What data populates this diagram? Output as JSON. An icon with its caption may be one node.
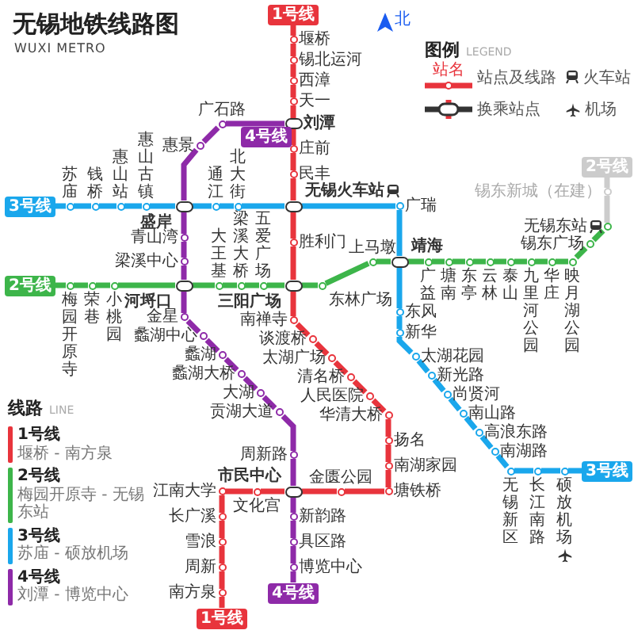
{
  "diagram": {
    "title": "无锡地铁线路图",
    "nodes": [
      {
        "text": [
          "1号线"
        ]
      },
      {
        "text": [
          "堰桥"
        ]
      },
      {
        "text": [
          "锡北运河"
        ]
      },
      {
        "text": [
          "西漳"
        ]
      },
      {
        "text": [
          "天一"
        ]
      },
      {
        "text": [
          "刘潭"
        ]
      },
      {
        "text": [
          "庄前"
        ]
      },
      {
        "text": [
          "民丰"
        ]
      },
      {
        "text": [
          "无锡火车站"
        ]
      },
      {
        "text": [
          "胜利门"
        ]
      },
      {
        "text": [
          "三阳广场"
        ]
      },
      {
        "text": [
          "南禅寺"
        ]
      },
      {
        "text": [
          "谈渡桥"
        ]
      },
      {
        "text": [
          "太湖广场"
        ]
      },
      {
        "text": [
          "清名桥"
        ]
      },
      {
        "text": [
          "人民医院"
        ]
      },
      {
        "text": [
          "华清大桥"
        ]
      },
      {
        "text": [
          "扬名"
        ]
      },
      {
        "text": [
          "南湖家园"
        ]
      },
      {
        "text": [
          "塘铁桥"
        ]
      },
      {
        "text": [
          "金匮公园"
        ]
      },
      {
        "text": [
          "市民中心"
        ]
      },
      {
        "text": [
          "文化宫"
        ]
      },
      {
        "text": [
          "江南大学"
        ]
      },
      {
        "text": [
          "长广溪"
        ]
      },
      {
        "text": [
          "雪浪"
        ]
      },
      {
        "text": [
          "周新"
        ]
      },
      {
        "text": [
          "南方泉"
        ]
      },
      {
        "text": [
          "1号线"
        ]
      },
      {
        "text": [
          "2号线"
        ]
      },
      {
        "text": [
          "梅园开原寺"
        ]
      },
      {
        "text": [
          "荣巷"
        ]
      },
      {
        "text": [
          "小桃园"
        ]
      },
      {
        "text": [
          "河埒口"
        ]
      },
      {
        "text": [
          "大王基"
        ]
      },
      {
        "text": [
          "梁溪大桥"
        ]
      },
      {
        "text": [
          "五爱广场"
        ]
      },
      {
        "text": [
          "东林广场"
        ]
      },
      {
        "text": [
          "上马墩"
        ]
      },
      {
        "text": [
          "靖海"
        ]
      },
      {
        "text": [
          "广益"
        ]
      },
      {
        "text": [
          "塘南"
        ]
      },
      {
        "text": [
          "东亭"
        ]
      },
      {
        "text": [
          "云林"
        ]
      },
      {
        "text": [
          "泰山"
        ]
      },
      {
        "text": [
          "九里河公园"
        ]
      },
      {
        "text": [
          "华庄"
        ]
      },
      {
        "text": [
          "映月湖公园"
        ]
      },
      {
        "text": [
          "锡东广场"
        ]
      },
      {
        "text": [
          "无锡东站"
        ]
      },
      {
        "text": [
          "锡东新城（在建）"
        ]
      },
      {
        "text": [
          "2号线"
        ]
      },
      {
        "text": [
          "3号线"
        ]
      },
      {
        "text": [
          "苏庙"
        ]
      },
      {
        "text": [
          "钱桥"
        ]
      },
      {
        "text": [
          "惠山站"
        ]
      },
      {
        "text": [
          "惠山古镇"
        ]
      },
      {
        "text": [
          "盛岸"
        ]
      },
      {
        "text": [
          "通江"
        ]
      },
      {
        "text": [
          "北大街"
        ]
      },
      {
        "text": [
          "广瑞"
        ]
      },
      {
        "text": [
          "东风"
        ]
      },
      {
        "text": [
          "新华"
        ]
      },
      {
        "text": [
          "太湖花园"
        ]
      },
      {
        "text": [
          "新光路"
        ]
      },
      {
        "text": [
          "尚贤河"
        ]
      },
      {
        "text": [
          "南山路"
        ]
      },
      {
        "text": [
          "高浪东路"
        ]
      },
      {
        "text": [
          "南湖路"
        ]
      },
      {
        "text": [
          "无锡新区"
        ]
      },
      {
        "text": [
          "长江南路"
        ]
      },
      {
        "text": [
          "硕放机场"
        ]
      },
      {
        "text": [
          "3号线"
        ]
      },
      {
        "text": [
          "广石路"
        ]
      },
      {
        "text": [
          "惠景"
        ]
      },
      {
        "text": [
          "青山湾"
        ]
      },
      {
        "text": [
          "梁溪中心"
        ]
      },
      {
        "text": [
          "金星"
        ]
      },
      {
        "text": [
          "蠡湖中心"
        ]
      },
      {
        "text": [
          "蠡湖"
        ]
      },
      {
        "text": [
          "蠡湖大桥"
        ]
      },
      {
        "text": [
          "大湖"
        ]
      },
      {
        "text": [
          "贡湖大道"
        ]
      },
      {
        "text": [
          "周新路"
        ]
      },
      {
        "text": [
          "新韵路"
        ]
      },
      {
        "text": [
          "具区路"
        ]
      },
      {
        "text": [
          "博览中心"
        ]
      },
      {
        "text": [
          "4号线"
        ]
      },
      {
        "text": [
          "4号线"
        ]
      }
    ],
    "edges": [
      {
        "from": 0,
        "to": 1,
        "arrow": "none",
        "color": "#e8343c"
      },
      {
        "from": 1,
        "to": 2,
        "arrow": "none",
        "color": "#e8343c"
      },
      {
        "from": 2,
        "to": 3,
        "arrow": "none",
        "color": "#e8343c"
      },
      {
        "from": 3,
        "to": 4,
        "arrow": "none",
        "color": "#e8343c"
      },
      {
        "from": 4,
        "to": 5,
        "arrow": "none",
        "color": "#e8343c"
      },
      {
        "from": 5,
        "to": 6,
        "arrow": "none",
        "color": "#e8343c"
      },
      {
        "from": 6,
        "to": 7,
        "arrow": "none",
        "color": "#e8343c"
      },
      {
        "from": 7,
        "to": 8,
        "arrow": "none",
        "color": "#e8343c"
      },
      {
        "from": 8,
        "to": 9,
        "arrow": "none",
        "color": "#e8343c"
      },
      {
        "from": 9,
        "to": 10,
        "arrow": "none",
        "color": "#e8343c"
      },
      {
        "from": 10,
        "to": 11,
        "arrow": "none",
        "color": "#e8343c"
      },
      {
        "from": 11,
        "to": 12,
        "arrow": "none",
        "color": "#e8343c"
      },
      {
        "from": 12,
        "to": 13,
        "arrow": "none",
        "color": "#e8343c"
      },
      {
        "from": 13,
        "to": 14,
        "arrow": "none",
        "color": "#e8343c"
      },
      {
        "from": 14,
        "to": 15,
        "arrow": "none",
        "color": "#e8343c"
      },
      {
        "from": 15,
        "to": 16,
        "arrow": "none",
        "color": "#e8343c"
      },
      {
        "from": 16,
        "to": 17,
        "arrow": "none",
        "color": "#e8343c"
      },
      {
        "from": 17,
        "to": 18,
        "arrow": "none",
        "color": "#e8343c"
      },
      {
        "from": 18,
        "to": 19,
        "arrow": "none",
        "color": "#e8343c"
      },
      {
        "from": 19,
        "to": 20,
        "arrow": "none",
        "color": "#e8343c"
      },
      {
        "from": 20,
        "to": 21,
        "arrow": "none",
        "color": "#e8343c"
      },
      {
        "from": 21,
        "to": 22,
        "arrow": "none",
        "color": "#e8343c"
      },
      {
        "from": 22,
        "to": 23,
        "arrow": "none",
        "color": "#e8343c"
      },
      {
        "from": 23,
        "to": 24,
        "arrow": "none",
        "color": "#e8343c"
      },
      {
        "from": 24,
        "to": 25,
        "arrow": "none",
        "color": "#e8343c"
      },
      {
        "from": 25,
        "to": 26,
        "arrow": "none",
        "color": "#e8343c"
      },
      {
        "from": 26,
        "to": 27,
        "arrow": "none",
        "color": "#e8343c"
      },
      {
        "from": 27,
        "to": 28,
        "arrow": "none",
        "color": "#e8343c"
      },
      {
        "from": 29,
        "to": 30,
        "arrow": "none",
        "color": "#3db54a"
      },
      {
        "from": 30,
        "to": 31,
        "arrow": "none",
        "color": "#3db54a"
      },
      {
        "from": 31,
        "to": 32,
        "arrow": "none",
        "color": "#3db54a"
      },
      {
        "from": 32,
        "to": 33,
        "arrow": "none",
        "color": "#3db54a"
      },
      {
        "from": 33,
        "to": 34,
        "arrow": "none",
        "color": "#3db54a"
      },
      {
        "from": 34,
        "to": 35,
        "arrow": "none",
        "color": "#3db54a"
      },
      {
        "from": 35,
        "to": 36,
        "arrow": "none",
        "color": "#3db54a"
      },
      {
        "from": 36,
        "to": 10,
        "arrow": "none",
        "color": "#3db54a"
      },
      {
        "from": 10,
        "to": 37,
        "arrow": "none",
        "color": "#3db54a"
      },
      {
        "from": 37,
        "to": 38,
        "arrow": "none",
        "color": "#3db54a"
      },
      {
        "from": 38,
        "to": 39,
        "arrow": "none",
        "color": "#3db54a"
      },
      {
        "from": 39,
        "to": 40,
        "arrow": "none",
        "color": "#3db54a"
      },
      {
        "from": 40,
        "to": 41,
        "arrow": "none",
        "color": "#3db54a"
      },
      {
        "from": 41,
        "to": 42,
        "arrow": "none",
        "color": "#3db54a"
      },
      {
        "from": 42,
        "to": 43,
        "arrow": "none",
        "color": "#3db54a"
      },
      {
        "from": 43,
        "to": 44,
        "arrow": "none",
        "color": "#3db54a"
      },
      {
        "from": 44,
        "to": 45,
        "arrow": "none",
        "color": "#3db54a"
      },
      {
        "from": 45,
        "to": 46,
        "arrow": "none",
        "color": "#3db54a"
      },
      {
        "from": 46,
        "to": 47,
        "arrow": "none",
        "color": "#3db54a"
      },
      {
        "from": 47,
        "to": 48,
        "arrow": "none",
        "color": "#3db54a"
      },
      {
        "from": 48,
        "to": 49,
        "arrow": "none",
        "color": "#3db54a"
      },
      {
        "from": 49,
        "to": 50,
        "arrow": "none",
        "color": "#cccccc"
      },
      {
        "from": 50,
        "to": 51,
        "arrow": "none",
        "color": "#cccccc"
      },
      {
        "from": 52,
        "to": 53,
        "arrow": "none",
        "color": "#1aa7ec"
      },
      {
        "from": 53,
        "to": 54,
        "arrow": "none",
        "color": "#1aa7ec"
      },
      {
        "from": 54,
        "to": 55,
        "arrow": "none",
        "color": "#1aa7ec"
      },
      {
        "from": 55,
        "to": 56,
        "arrow": "none",
        "color": "#1aa7ec"
      },
      {
        "from": 56,
        "to": 57,
        "arrow": "none",
        "color": "#1aa7ec"
      },
      {
        "from": 57,
        "to": 58,
        "arrow": "none",
        "color": "#1aa7ec"
      },
      {
        "from": 58,
        "to": 59,
        "arrow": "none",
        "color": "#1aa7ec"
      },
      {
        "from": 59,
        "to": 8,
        "arrow": "none",
        "color": "#1aa7ec"
      },
      {
        "from": 8,
        "to": 60,
        "arrow": "none",
        "color": "#1aa7ec"
      },
      {
        "from": 60,
        "to": 39,
        "arrow": "none",
        "color": "#1aa7ec"
      },
      {
        "from": 39,
        "to": 61,
        "arrow": "none",
        "color": "#1aa7ec"
      },
      {
        "from": 61,
        "to": 62,
        "arrow": "none",
        "color": "#1aa7ec"
      },
      {
        "from": 62,
        "to": 63,
        "arrow": "none",
        "color": "#1aa7ec"
      },
      {
        "from": 63,
        "to": 64,
        "arrow": "none",
        "color": "#1aa7ec"
      },
      {
        "from": 64,
        "to": 65,
        "arrow": "none",
        "color": "#1aa7ec"
      },
      {
        "from": 65,
        "to": 66,
        "arrow": "none",
        "color": "#1aa7ec"
      },
      {
        "from": 66,
        "to": 67,
        "arrow": "none",
        "color": "#1aa7ec"
      },
      {
        "from": 67,
        "to": 68,
        "arrow": "none",
        "color": "#1aa7ec"
      },
      {
        "from": 68,
        "to": 69,
        "arrow": "none",
        "color": "#1aa7ec"
      },
      {
        "from": 69,
        "to": 70,
        "arrow": "none",
        "color": "#1aa7ec"
      },
      {
        "from": 70,
        "to": 71,
        "arrow": "none",
        "color": "#1aa7ec"
      },
      {
        "from": 71,
        "to": 72,
        "arrow": "none",
        "color": "#1aa7ec"
      },
      {
        "from": 5,
        "to": 73,
        "arrow": "none",
        "color": "#8e2aa8"
      },
      {
        "from": 73,
        "to": 74,
        "arrow": "none",
        "color": "#8e2aa8"
      },
      {
        "from": 74,
        "to": 57,
        "arrow": "none",
        "color": "#8e2aa8"
      },
      {
        "from": 57,
        "to": 75,
        "arrow": "none",
        "color": "#8e2aa8"
      },
      {
        "from": 75,
        "to": 76,
        "arrow": "none",
        "color": "#8e2aa8"
      },
      {
        "from": 76,
        "to": 33,
        "arrow": "none",
        "color": "#8e2aa8"
      },
      {
        "from": 33,
        "to": 77,
        "arrow": "none",
        "color": "#8e2aa8"
      },
      {
        "from": 77,
        "to": 78,
        "arrow": "none",
        "color": "#8e2aa8"
      },
      {
        "from": 78,
        "to": 79,
        "arrow": "none",
        "color": "#8e2aa8"
      },
      {
        "from": 79,
        "to": 80,
        "arrow": "none",
        "color": "#8e2aa8"
      },
      {
        "from": 80,
        "to": 81,
        "arrow": "none",
        "color": "#8e2aa8"
      },
      {
        "from": 81,
        "to": 82,
        "arrow": "none",
        "color": "#8e2aa8"
      },
      {
        "from": 82,
        "to": 83,
        "arrow": "none",
        "color": "#8e2aa8"
      },
      {
        "from": 83,
        "to": 21,
        "arrow": "none",
        "color": "#8e2aa8"
      },
      {
        "from": 21,
        "to": 84,
        "arrow": "none",
        "color": "#8e2aa8"
      },
      {
        "from": 84,
        "to": 85,
        "arrow": "none",
        "color": "#8e2aa8"
      },
      {
        "from": 85,
        "to": 86,
        "arrow": "none",
        "color": "#8e2aa8"
      },
      {
        "from": 86,
        "to": 87,
        "arrow": "none",
        "color": "#8e2aa8"
      }
    ],
    "labels": [
      "WUXI METRO",
      "北",
      "线路",
      "LINE",
      "堰桥 - 南方泉",
      "梅园开原寺 - 无锡东站",
      "苏庙 - 硕放机场",
      "刘潭 - 博览中心",
      "图例",
      "LEGEND",
      "站名"
    ],
    "legend": [
      {
        "text": "1号线",
        "color": "#e8343c"
      },
      {
        "text": "2号线",
        "color": "#3db54a"
      },
      {
        "text": "3号线",
        "color": "#1aa7ec"
      },
      {
        "text": "4号线",
        "color": "#8e2aa8"
      },
      {
        "text": "站点及线路"
      },
      {
        "text": "火车站"
      },
      {
        "text": "换乘站点"
      },
      {
        "text": "机场"
      }
    ]
  }
}
